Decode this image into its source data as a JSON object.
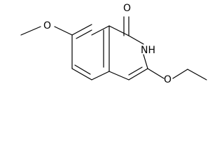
{
  "molecule": {
    "atoms": {
      "carbonyl_oxygen": "O",
      "ring_nitrogen": "NH",
      "ether_oxygen_left": "O",
      "ether_oxygen_right": "O"
    }
  }
}
